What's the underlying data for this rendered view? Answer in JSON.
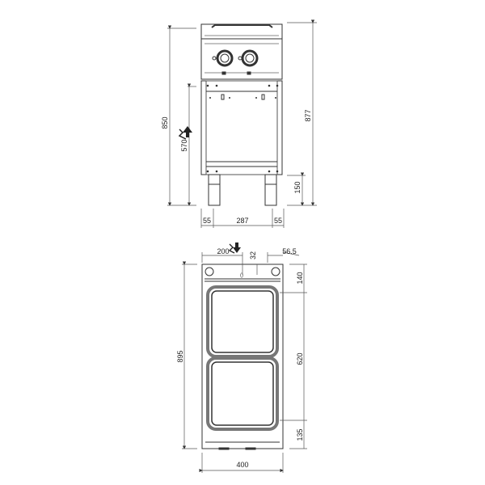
{
  "front_view": {
    "dimensions": {
      "total_height": "850",
      "overall_height": "877",
      "connection_height": "570",
      "leg_connection": "150",
      "left_offset": "55",
      "inner_width": "287",
      "right_offset": "55"
    }
  },
  "top_view": {
    "dimensions": {
      "connection_x": "200",
      "connection_y": "32",
      "right_offset": "56.5",
      "top_margin": "140",
      "plate_span": "620",
      "bottom_margin": "135",
      "depth": "895",
      "width": "400"
    }
  },
  "icons": [
    "electric-connection-icon",
    "arrow-down-icon"
  ]
}
